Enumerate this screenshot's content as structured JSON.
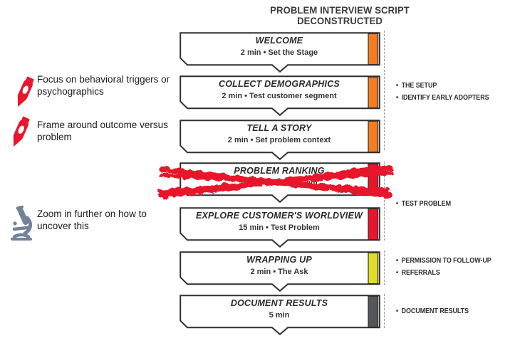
{
  "title": "PROBLEM INTERVIEW SCRIPT DECONSTRUCTED",
  "colors": {
    "orange": "#F57C1F",
    "red": "#E8152C",
    "yellow": "#E2DD27",
    "dark_gray": "#55565A",
    "steel": "#71829B",
    "box_border": "#2F2F31"
  },
  "ui": {
    "bullet": "•"
  },
  "steps": [
    {
      "title": "WELCOME",
      "subtitle": "2 min • Set the Stage",
      "stripe_color": "#F57C1F",
      "crossed_out": false
    },
    {
      "title": "COLLECT DEMOGRAPHICS",
      "subtitle": "2 min • Test customer segment",
      "stripe_color": "#F57C1F",
      "crossed_out": false
    },
    {
      "title": "TELL A STORY",
      "subtitle": "2 min • Set problem context",
      "stripe_color": "#F57C1F",
      "crossed_out": false
    },
    {
      "title": "PROBLEM RANKING",
      "subtitle": "4 min • Test Problem",
      "stripe_color": "#E8152C",
      "crossed_out": true
    },
    {
      "title": "EXPLORE CUSTOMER'S WORLDVIEW",
      "subtitle": "15 min • Test Problem",
      "stripe_color": "#E8152C",
      "crossed_out": false
    },
    {
      "title": "WRAPPING UP",
      "subtitle": "2 min • The Ask",
      "stripe_color": "#E2DD27",
      "crossed_out": false
    },
    {
      "title": "DOCUMENT RESULTS",
      "subtitle": "5 min",
      "stripe_color": "#55565A",
      "crossed_out": false
    }
  ],
  "side_sections": [
    {
      "items": [
        "THE SETUP",
        "IDENTIFY EARLY ADOPTERS"
      ]
    },
    {
      "items": [
        "TEST PROBLEM"
      ]
    },
    {
      "items": [
        "PERMISSION TO FOLLOW-UP",
        "REFERRALS"
      ]
    },
    {
      "items": [
        "DOCUMENT RESULTS"
      ]
    }
  ],
  "annotations": [
    {
      "icon": "crayon-icon",
      "text": "Focus on behavioral triggers or psychographics"
    },
    {
      "icon": "crayon-icon",
      "text": "Frame around outcome versus problem"
    },
    {
      "icon": "microscope-icon",
      "text": "Zoom in further on how to uncover this"
    }
  ]
}
